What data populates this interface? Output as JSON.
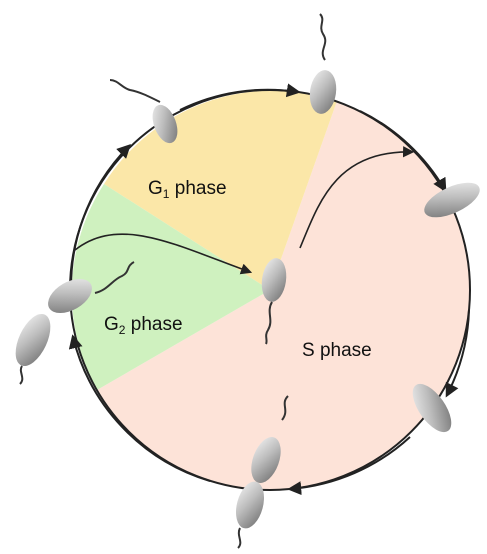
{
  "colors": {
    "g1": "#FBE7A8",
    "g2": "#CFF1BF",
    "s": "#FDE3D8",
    "circle_stroke": "#222222",
    "cell_light": "#E6E6E6",
    "cell_dark": "#7A7A7A"
  },
  "labels": {
    "g1": {
      "letter": "G",
      "sub": "1",
      "word": " phase"
    },
    "g2": {
      "letter": "G",
      "sub": "2",
      "word": " phase"
    },
    "s": {
      "text": "S phase"
    }
  }
}
